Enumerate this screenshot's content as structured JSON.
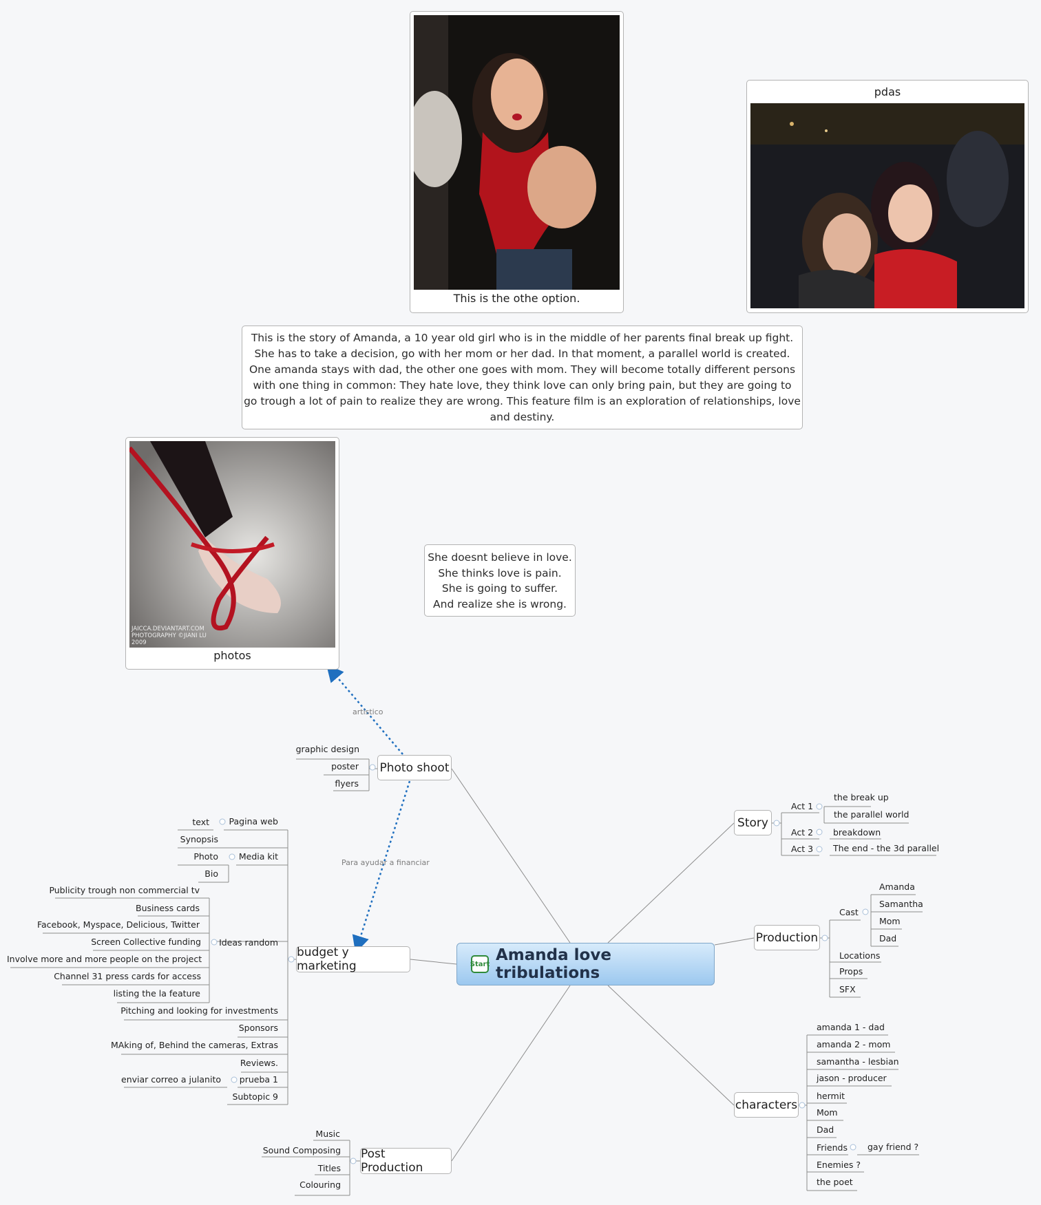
{
  "central": {
    "title": "Amanda love tribulations",
    "icon": "start-icon",
    "icon_label": "Start"
  },
  "images": {
    "woman_red_scarf": {
      "caption": "This is the othe option.",
      "picture": "woman-red-scarf-photo"
    },
    "pdas": {
      "title": "pdas",
      "picture": "two-women-party-photo"
    },
    "photos": {
      "caption": "photos",
      "watermark": "JAICCA.DEVIANTART.COM PHOTOGRAPHY ©JIANI LU 2009",
      "picture": "red-ribbon-hand-photo"
    }
  },
  "story_text": {
    "lines": [
      "This is the story of Amanda, a 10 year old girl who is in the middle of her parents final break up fight.",
      "She has to take a decision, go with her mom or her dad. In that moment, a parallel world is created.",
      "One amanda stays with dad, the other one goes with mom. They will become totally different persons",
      "with one thing in common: They hate love, they think love can only bring pain, but they  are going to",
      "go trough a lot of pain to realize they are wrong. This feature film is an exploration of relationships, love",
      "and destiny."
    ]
  },
  "tagline": {
    "lines": [
      "She doesnt believe in love.",
      "She thinks love is pain.",
      "She is going to suffer.",
      "And realize she is wrong."
    ]
  },
  "relationships": {
    "artistico": "artistico",
    "financiar": "Para ayudar a financiar"
  },
  "topics": {
    "photo_shoot": {
      "label": "Photo shoot",
      "children": [
        "graphic design",
        "poster",
        "flyers"
      ]
    },
    "budget": {
      "label": "budget y marketing",
      "pagina_web": "Pagina web",
      "text": "text",
      "synopsis": "Synopsis",
      "media_kit": "Media kit",
      "media_kit_children": [
        "Photo",
        "Bio"
      ],
      "ideas_random": "Ideas random",
      "ideas_children": [
        "Publicity trough non commercial tv",
        "Business cards",
        "Facebook, Myspace, Delicious, Twitter",
        "Screen Collective funding",
        "Involve more and more people on the project",
        "Channel 31 press cards for access",
        "listing the la feature"
      ],
      "pitching": "Pitching and looking for investments",
      "sponsors": "Sponsors",
      "making_of": "MAking of, Behind the cameras, Extras",
      "reviews": "Reviews.",
      "prueba": "prueba 1",
      "prueba_child": "enviar correo a julanito",
      "subtopic": "Subtopic 9"
    },
    "post_production": {
      "label": "Post Production",
      "children": [
        "Music",
        "Sound Composing",
        "Titles",
        "Colouring"
      ]
    },
    "story": {
      "label": "Story",
      "act1": "Act 1",
      "act1_children": [
        "the break up",
        "the parallel world"
      ],
      "act2": "Act 2",
      "act2_child": "breakdown",
      "act3": "Act 3",
      "act3_child": "The end - the 3d parallel"
    },
    "production": {
      "label": "Production",
      "cast": "Cast",
      "cast_children": [
        "Amanda",
        "Samantha",
        "Mom",
        "Dad"
      ],
      "others": [
        "Locations",
        "Props",
        "SFX"
      ]
    },
    "characters": {
      "label": "characters",
      "children": [
        "amanda 1 - dad",
        "amanda 2 - mom",
        "samantha - lesbian",
        "jason - producer",
        "hermit",
        "Mom",
        "Dad",
        "Friends",
        "Enemies ?",
        "the poet"
      ],
      "friends_child": "gay friend ?"
    }
  },
  "colors": {
    "relationship": "#1f6fbf",
    "line": "#8c8c8c",
    "central_bg": "#b7d9f5"
  }
}
